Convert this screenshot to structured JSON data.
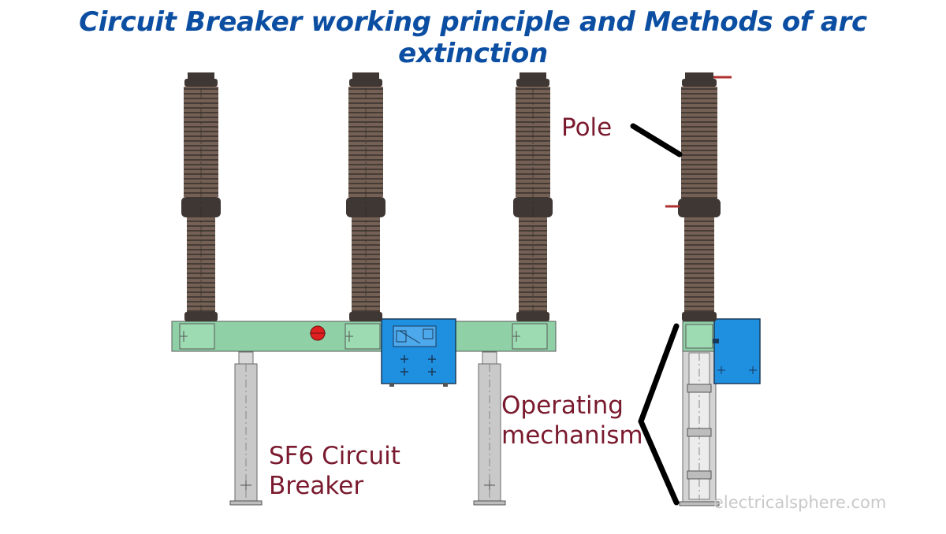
{
  "title": "Circuit Breaker working principle and Methods of arc extinction",
  "labels": {
    "pole": "Pole",
    "operating_line1": "Operating",
    "operating_line2": "mechanism",
    "breaker_line1": "SF6 Circuit",
    "breaker_line2": "Breaker"
  },
  "watermark": "electricalsphere.com",
  "colors": {
    "title": "#0b4ea2",
    "label": "#7a1a2e",
    "insulator": "#6e5a4e",
    "insulator_dark": "#3f3733",
    "frame": "#8fd0a6",
    "cabinet": "#1f8fe0",
    "support": "#c8c8c8",
    "marker": "#e02020"
  }
}
